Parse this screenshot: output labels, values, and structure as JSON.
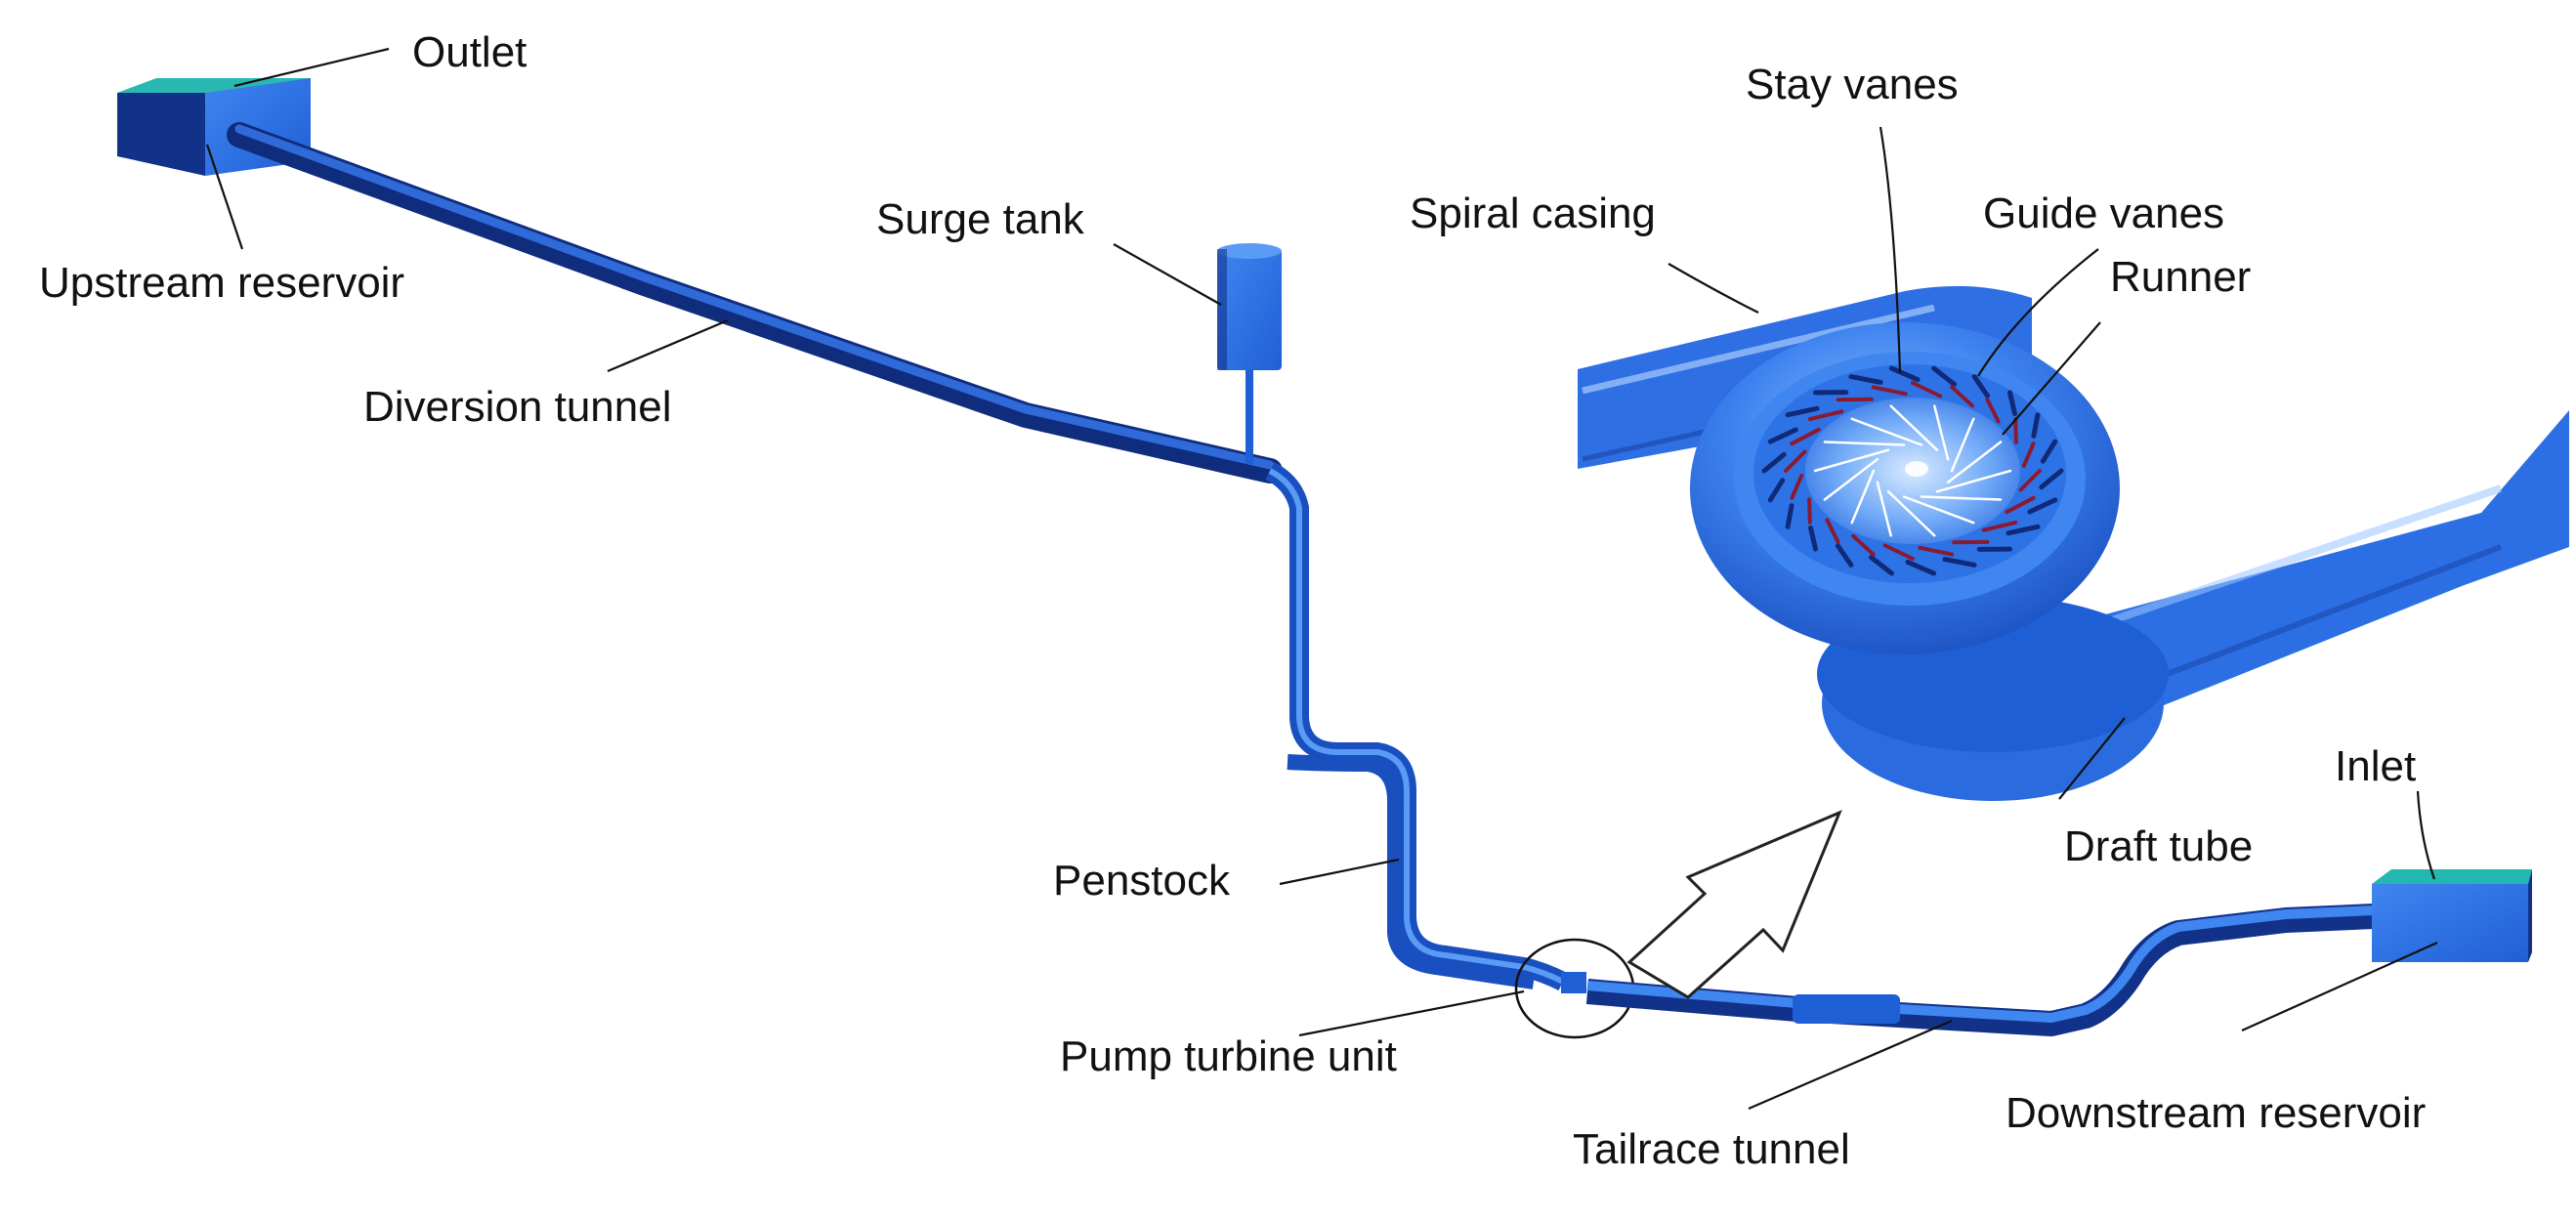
{
  "labels": {
    "outlet": "Outlet",
    "upstream_reservoir": "Upstream reservoir",
    "diversion_tunnel": "Diversion tunnel",
    "surge_tank": "Surge tank",
    "spiral_casing": "Spiral casing",
    "stay_vanes": "Stay vanes",
    "guide_vanes": "Guide vanes",
    "runner": "Runner",
    "penstock": "Penstock",
    "pump_turbine_unit": "Pump turbine unit",
    "draft_tube": "Draft tube",
    "inlet": "Inlet",
    "tailrace_tunnel": "Tailrace tunnel",
    "downstream_reservoir": "Downstream reservoir"
  },
  "colors": {
    "pipe": "#1f5fd6",
    "pipe_dark": "#12328a",
    "pipe_light": "#4c8ff2",
    "reservoir_top": "#22b7b0",
    "vane": "#8a1a30",
    "leader": "#111111"
  }
}
